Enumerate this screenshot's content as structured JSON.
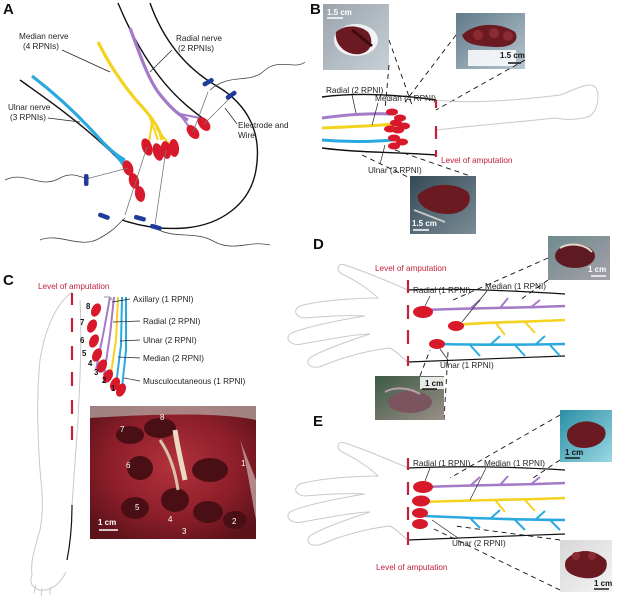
{
  "panels": {
    "A": {
      "letter": "A",
      "median_label": [
        "Median nerve",
        "(4 RPNIs)"
      ],
      "radial_label": [
        "Radial nerve",
        "(2 RPNIs)"
      ],
      "ulnar_label": [
        "Ulnar nerve",
        "(3 RPNIs)"
      ],
      "electrode_label": [
        "Electrode and",
        "Wire"
      ]
    },
    "B": {
      "letter": "B",
      "radial_label": "Radial (2 RPNI)",
      "median_label": "Median (4 RPNI)",
      "ulnar_label": "Ulnar (3 RPNI)",
      "amputation_label": "Level of amputation",
      "scale_1": "1.5 cm",
      "scale_2": "1.5 cm",
      "scale_3": "1.5 cm"
    },
    "C": {
      "letter": "C",
      "amputation_label": "Level of amputation",
      "rows": [
        "Axillary (1 RPNI)",
        "Radial (2 RPNI)",
        "Ulnar (2 RPNI)",
        "Median (2 RPNI)",
        "Musculocutaneous (1 RPNI)"
      ],
      "numbers": [
        "8",
        "7",
        "6",
        "5",
        "4",
        "3",
        "2",
        "1"
      ],
      "photo_numbers": [
        "8",
        "7",
        "6",
        "5",
        "4",
        "3",
        "2",
        "1"
      ],
      "scale": "1 cm"
    },
    "D": {
      "letter": "D",
      "amputation_label": "Level of amputation",
      "radial_label": "Radial (1 RPNI)",
      "median_label": "Median (1 RPNI)",
      "ulnar_label": "Ulnar (1 RPNI)",
      "scale_1": "1 cm",
      "scale_2": "1 cm"
    },
    "E": {
      "letter": "E",
      "radial_label": "Radial (1 RPNI)",
      "median_label": "Median (1 RPNI)",
      "ulnar_label": "Ulnar (2 RPNI)",
      "amputation_label": "Level of amputation",
      "scale_1": "1 cm",
      "scale_2": "1 cm"
    }
  },
  "colors": {
    "radial": "#a37ac8",
    "median": "#f5d21e",
    "ulnar": "#2aa9e0",
    "rpni": "#d7192b",
    "electrode": "#1f3c9a",
    "amputation": "#c0223a",
    "tissue": "#6b1a22"
  }
}
